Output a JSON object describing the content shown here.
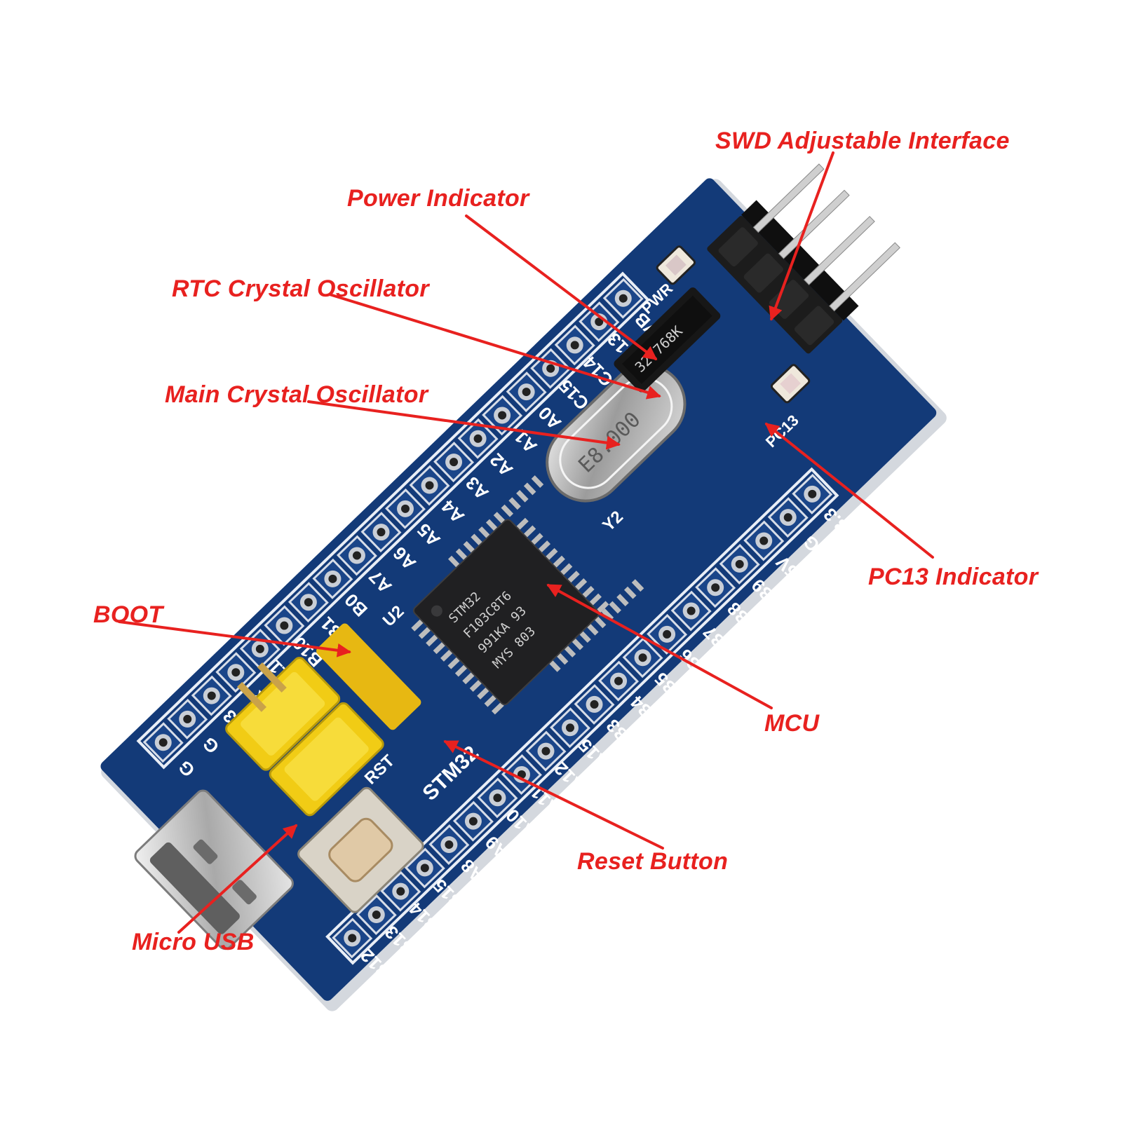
{
  "callouts": {
    "swd": "SWD Adjustable Interface",
    "power": "Power Indicator",
    "rtc": "RTC Crystal Oscillator",
    "main_crystal": "Main Crystal Oscillator",
    "pc13": "PC13 Indicator",
    "boot": "BOOT",
    "mcu": "MCU",
    "reset": "Reset Button",
    "usb": "Micro USB"
  },
  "board": {
    "left_pins": [
      "G",
      "G",
      "3.3",
      "R",
      "B11",
      "B10",
      "B1",
      "B0",
      "A7",
      "A6",
      "A5",
      "A4",
      "A3",
      "A2",
      "A1",
      "A0",
      "C15",
      "C14",
      "C13",
      "VB"
    ],
    "right_pins": [
      "B12",
      "B13",
      "B14",
      "B15",
      "A8",
      "A9",
      "A10",
      "A11",
      "A12",
      "A15",
      "B3",
      "B4",
      "B5",
      "B6",
      "B7",
      "B8",
      "B9",
      "5V",
      "G",
      "3.3"
    ],
    "pwr_label": "PWR",
    "pc13_label": "PC13",
    "rst_label": "RST",
    "y2_label": "Y2",
    "u2_label": "U2",
    "stm32_label": "STM32",
    "crystal_marking": "E8.000",
    "rtc_marking": "32.768K",
    "chip_lines": [
      "STM32",
      "F103C8T6",
      "991KA 93",
      "MYS 803"
    ]
  },
  "colors": {
    "callout_text": "#e8211f",
    "arrow": "#e8211f",
    "pcb": "#133a78",
    "jumper": "#f1cc15",
    "background": "#ffffff"
  }
}
